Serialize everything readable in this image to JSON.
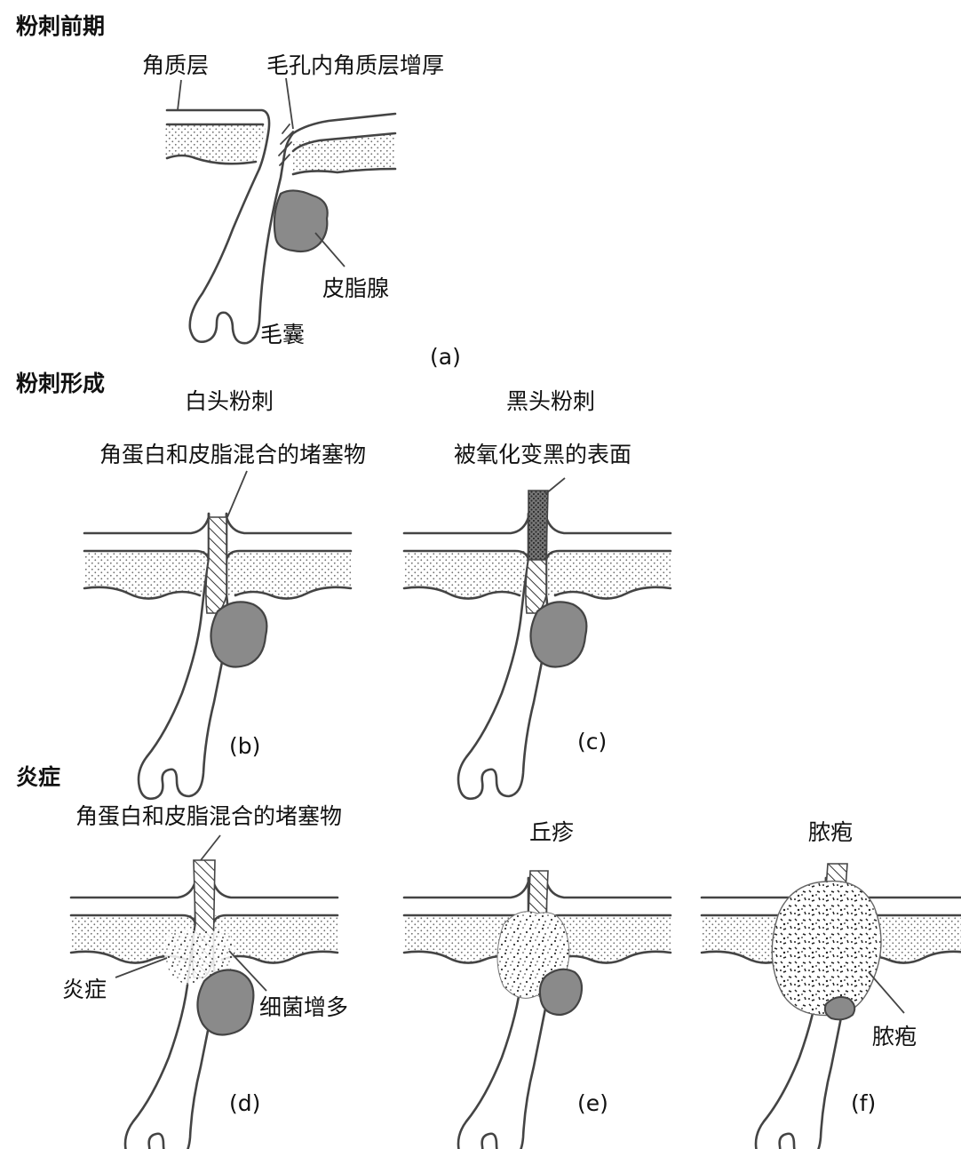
{
  "sections": {
    "pre": "粉刺前期",
    "form": "粉刺形成",
    "inflam": "炎症"
  },
  "panel_a": {
    "label": "(a)",
    "stratum": "角质层",
    "pore_thickening": "毛孔内角质层增厚",
    "gland": "皮脂腺",
    "follicle": "毛囊"
  },
  "panel_b": {
    "label": "(b)",
    "title": "白头粉刺",
    "plug": "角蛋白和皮脂混合的堵塞物"
  },
  "panel_c": {
    "label": "(c)",
    "title": "黑头粉刺",
    "surface": "被氧化变黑的表面"
  },
  "panel_d": {
    "label": "(d)",
    "plug": "角蛋白和皮脂混合的堵塞物",
    "inflammation": "炎症",
    "bacteria": "细菌增多"
  },
  "panel_e": {
    "label": "(e)",
    "title": "丘疹"
  },
  "panel_f": {
    "label": "(f)",
    "title": "脓疱",
    "pustule": "脓疱"
  },
  "colors": {
    "outline": "#444444",
    "gland": "#8a8a8a",
    "blackhead": "#555555"
  }
}
